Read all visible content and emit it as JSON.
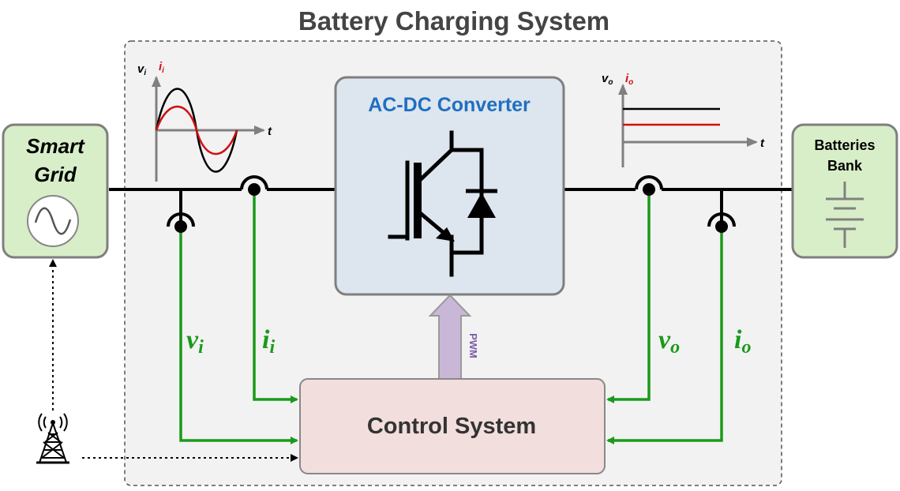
{
  "title": "Battery Charging System",
  "smart_grid": {
    "line1": "Smart",
    "line2": "Grid"
  },
  "batteries": {
    "line1": "Batteries",
    "line2": "Bank"
  },
  "converter": {
    "label": "AC-DC Converter"
  },
  "control": {
    "label": "Control System"
  },
  "pwm": {
    "label": "PWM"
  },
  "signals": {
    "vi": {
      "base": "v",
      "sub": "i"
    },
    "ii": {
      "base": "i",
      "sub": "i"
    },
    "vo": {
      "base": "v",
      "sub": "o"
    },
    "io": {
      "base": "i",
      "sub": "o"
    }
  },
  "input_waveform": {
    "v_label": "v",
    "v_sub": "i",
    "i_label": "i",
    "i_sub": "i",
    "t_label": "t"
  },
  "output_waveform": {
    "v_label": "v",
    "v_sub": "o",
    "i_label": "i",
    "i_sub": "o",
    "t_label": "t"
  },
  "colors": {
    "green": "#1a9a1a",
    "red": "#d01010",
    "blue": "#1f6fc0",
    "purple": "#7b5ea7",
    "title_gray": "#444444",
    "grid_fill": "#d8eec8",
    "grid_stroke": "#7f7f7f",
    "converter_fill": "#dde5ee",
    "control_fill": "#f2dedd",
    "pwm_fill": "#c9b7d8",
    "enclosure_fill": "#f2f2f2"
  }
}
